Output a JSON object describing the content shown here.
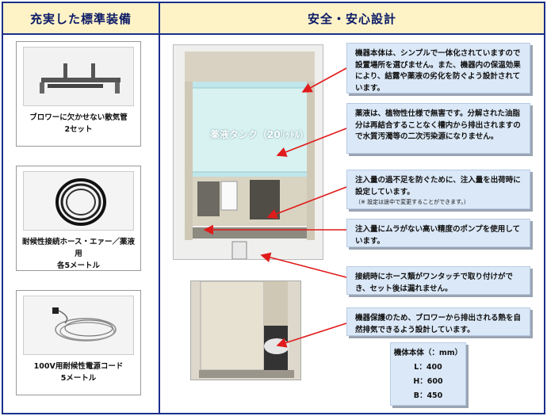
{
  "left_header": "充実した標準装備",
  "right_header": "安全・安心設計",
  "equipment": [
    {
      "caption_line1": "ブロワーに欠かせない散気管",
      "caption_line2": "2セット"
    },
    {
      "caption_line1": "耐候性接続ホース・エァー／薬液用",
      "caption_line2": "各5メートル"
    },
    {
      "caption_line1": "100V用耐候性電源コード",
      "caption_line2": "5メートル"
    }
  ],
  "tank_label": "薬液タンク（20ﾘｯﾄﾙ）",
  "notes": [
    {
      "text": "機器本体は、シンプルで一体化されていますので設置場所を選びません。また、機器内の保温効果により、結露や薬液の劣化を防ぐよう設計されています。"
    },
    {
      "text": "薬液は、植物性仕様で無害です。分解された油脂分は再結合することなく槽内から排出されますので水質汚濁等の二次汚染源になりません。"
    },
    {
      "text": "注入量の過不足を防ぐために、注入量を出荷時に設定しています。",
      "sub": "（※ 設定は途中で変更することができます。）"
    },
    {
      "text": "注入量にムラがない高い精度のポンプを使用しています。"
    },
    {
      "text": "接続時にホース類がワンタッチで取り付けができ、セット後は漏れません。"
    },
    {
      "text": "機器保護のため、ブロワーから排出される熱を自然排気できるよう設計しています。"
    }
  ],
  "spec": {
    "title": "機体本体（：mm）",
    "l": "L：400",
    "h": "H：600",
    "b": "B：450"
  },
  "colors": {
    "border": "#1c2f8c",
    "header_bg": "#fdf3c7",
    "note_bg": "#dbe8f7",
    "arrow": "#e01b1b"
  }
}
